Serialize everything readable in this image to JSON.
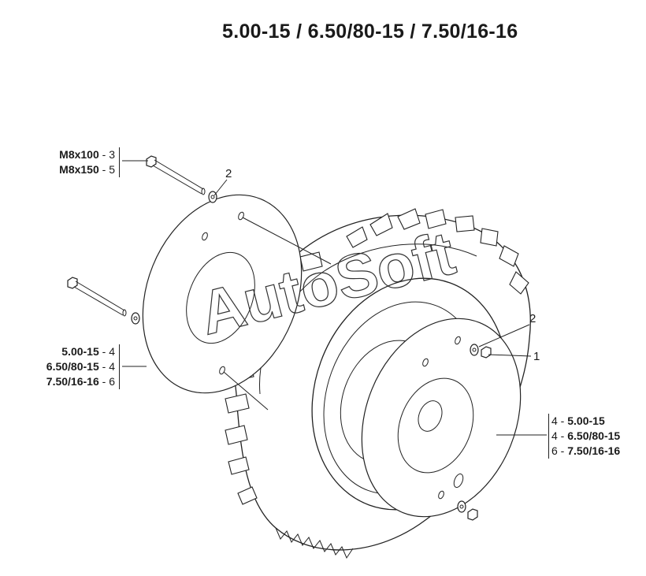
{
  "title": "5.00-15  /  6.50/80-15  /  7.50/16-16",
  "watermark": "AutoSoft",
  "callout_bolts": [
    {
      "name": "M8x100",
      "qty": "3"
    },
    {
      "name": "M8x150",
      "qty": "5"
    }
  ],
  "callout_left_disc": [
    {
      "name": "5.00-15",
      "qty": "4"
    },
    {
      "name": "6.50/80-15",
      "qty": "4"
    },
    {
      "name": "7.50/16-16",
      "qty": "6"
    }
  ],
  "callout_right_disc": [
    {
      "name": "5.00-15",
      "qty": "4"
    },
    {
      "name": "6.50/80-15",
      "qty": "4"
    },
    {
      "name": "7.50/16-16",
      "qty": "6"
    }
  ],
  "part_numbers": {
    "washer_left": "2",
    "washer_right": "2",
    "nut_right": "1"
  },
  "separator": " - "
}
